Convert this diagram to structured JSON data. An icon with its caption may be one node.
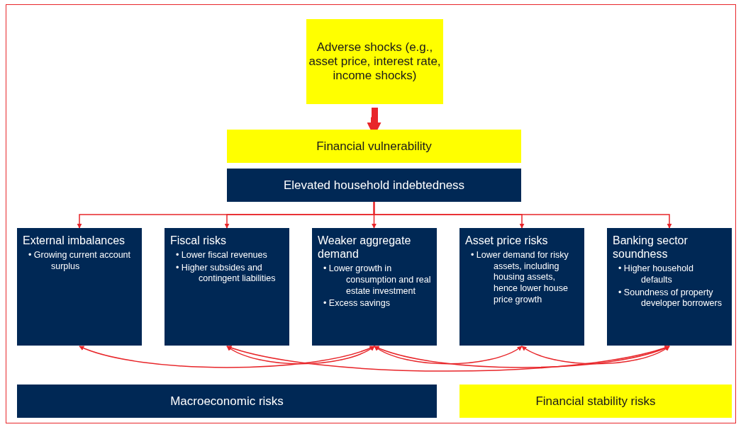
{
  "diagram": {
    "nodes": [
      {
        "text": [
          "Adverse shocks (e.g., asset price, interest rate, income shocks)"
        ]
      },
      {
        "text": [
          "Financial vulnerability"
        ]
      },
      {
        "text": [
          "Elevated household indebtedness"
        ]
      },
      {
        "text": [
          "External imbalances",
          "• Growing current account surplus"
        ]
      },
      {
        "text": [
          "Fiscal risks",
          "• Lower fiscal revenues",
          "• Higher subsides and contingent liabilities"
        ]
      },
      {
        "text": [
          "Weaker aggregate demand",
          "• Lower growth in consumption and real estate investment",
          "• Excess savings"
        ]
      },
      {
        "text": [
          "Asset price risks",
          "• Lower demand for risky assets, including housing assets, hence lower house price growth"
        ]
      },
      {
        "text": [
          "Banking sector soundness",
          "• Higher household defaults",
          "• Soundness of property developer borrowers"
        ]
      },
      {
        "text": [
          "Macroeconomic risks"
        ]
      },
      {
        "text": [
          "Financial stability risks"
        ]
      }
    ],
    "edges": [
      {
        "from": 0,
        "to": 1,
        "arrow": "to",
        "style": "thick"
      },
      {
        "from": 2,
        "to": 3,
        "arrow": "to"
      },
      {
        "from": 2,
        "to": 4,
        "arrow": "to"
      },
      {
        "from": 2,
        "to": 5,
        "arrow": "to"
      },
      {
        "from": 2,
        "to": 6,
        "arrow": "to"
      },
      {
        "from": 2,
        "to": 7,
        "arrow": "to"
      },
      {
        "from": 3,
        "to": 5,
        "arrow": "both"
      },
      {
        "from": 4,
        "to": 5,
        "arrow": "both"
      },
      {
        "from": 4,
        "to": 7,
        "arrow": "both"
      },
      {
        "from": 5,
        "to": 6,
        "arrow": "both"
      },
      {
        "from": 5,
        "to": 7,
        "arrow": "both"
      },
      {
        "from": 6,
        "to": 7,
        "arrow": "both"
      }
    ]
  }
}
